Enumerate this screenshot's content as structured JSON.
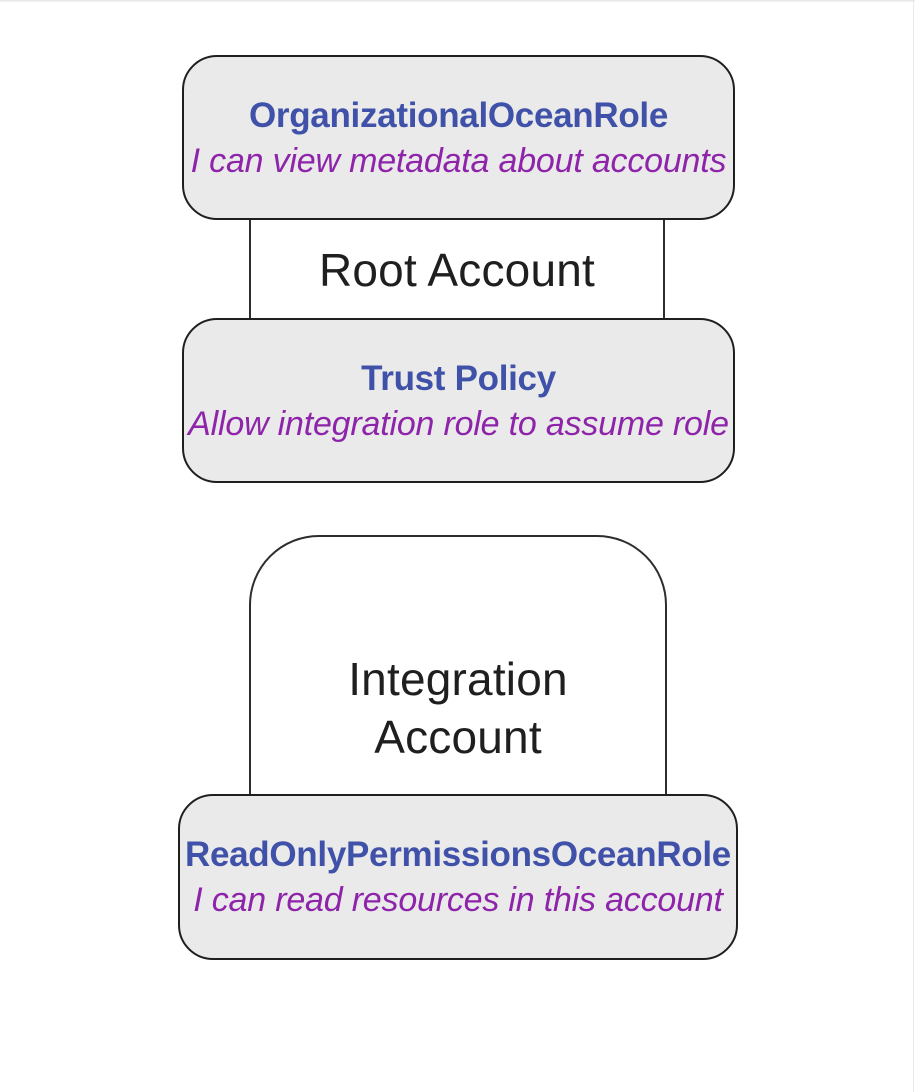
{
  "diagram": {
    "type": "account-roles-diagram",
    "clusters": [
      {
        "title": "Root Account",
        "nodes": [
          {
            "name": "OrganizationalOceanRole",
            "description": "I can view metadata about accounts"
          },
          {
            "name": "Trust Policy",
            "description": "Allow integration role to assume role"
          }
        ]
      },
      {
        "title": "Integration Account",
        "title_line1": "Integration",
        "title_line2": "Account",
        "nodes": [
          {
            "name": "ReadOnlyPermissionsOceanRole",
            "description": "I can read resources in this account"
          }
        ]
      }
    ]
  },
  "colors": {
    "page_background": "#ffffff",
    "node_fill": "#eaeaea",
    "node_border": "#1f1f1f",
    "container_border": "#2d2d2d",
    "role_name_text": "#3f51a8",
    "description_text": "#8e24aa",
    "cluster_title_text": "#1f1f1f"
  }
}
